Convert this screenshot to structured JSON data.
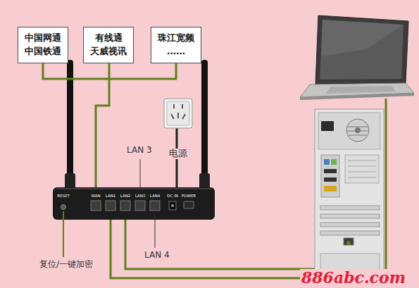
{
  "diagram": {
    "nodes": [
      {
        "text": [
          "中国网通 中国铁通"
        ]
      },
      {
        "text": [
          "有线通 天威视讯"
        ]
      },
      {
        "text": [
          "珠江宽频 ……"
        ]
      }
    ],
    "edges": [
      {
        "from": 0,
        "to": 2,
        "arrow": "none"
      }
    ],
    "labels": [
      "LAN 3",
      "电源",
      "LAN 4",
      "复位/一键加密",
      "RESET",
      "WAN",
      "LAN1",
      "LAN2",
      "LAN3",
      "LAN4",
      "DC IN",
      "POWER",
      "886abc.com"
    ]
  }
}
